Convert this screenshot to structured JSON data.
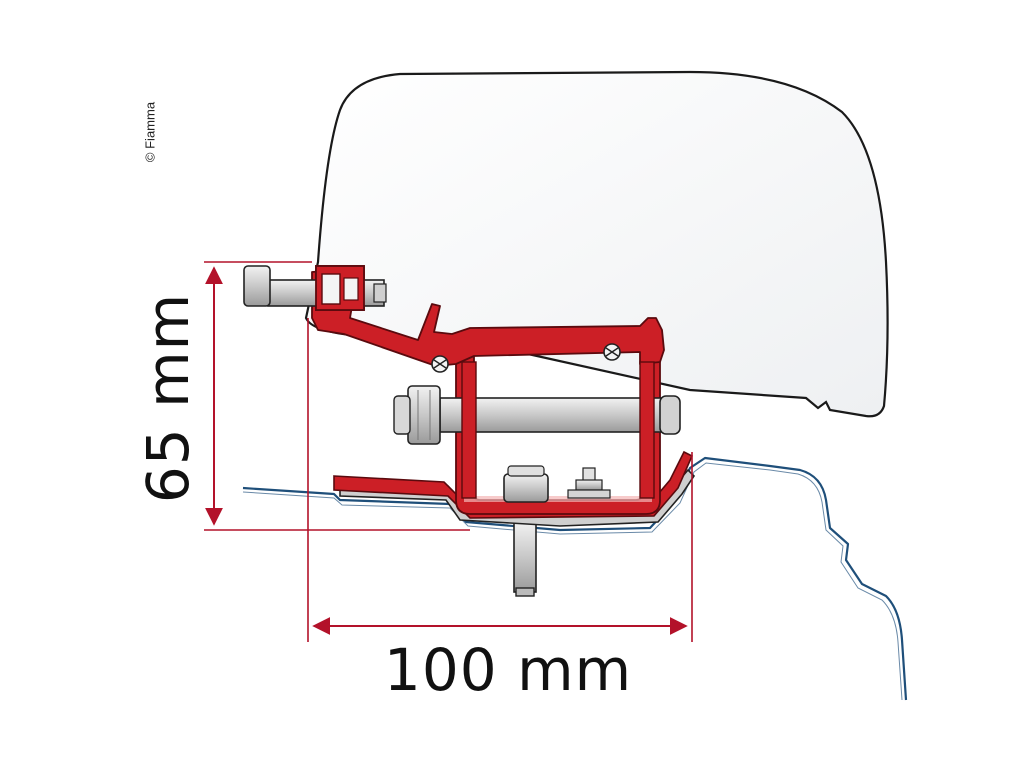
{
  "copyright_text": "© Fiamma",
  "dimensions": {
    "height_label": "65 mm",
    "width_label": "100 mm"
  },
  "colors": {
    "bracket_red": "#cc1f26",
    "dimension_red": "#b3122a",
    "roof_blue": "#1f4f7a",
    "housing_outline": "#1a1a1a",
    "steel_gray": "#d6d6d6"
  }
}
